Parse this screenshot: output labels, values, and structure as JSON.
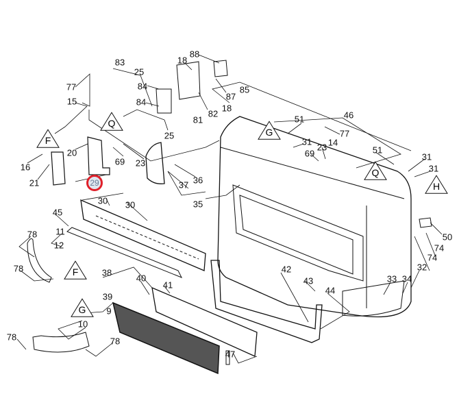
{
  "diagram_title": "",
  "highlighted_part": "29",
  "labels": [
    "77",
    "15",
    "83",
    "25",
    "84",
    "84",
    "88",
    "18",
    "87",
    "18",
    "85",
    "82",
    "81",
    "25",
    "23",
    "69",
    "20",
    "16",
    "21",
    "30",
    "30",
    "36",
    "37",
    "35",
    "46",
    "51",
    "77",
    "31",
    "14",
    "23",
    "69",
    "51",
    "31",
    "31",
    "45",
    "11",
    "12",
    "78",
    "78",
    "38",
    "40",
    "41",
    "39",
    "9",
    "10",
    "78",
    "78",
    "42",
    "43",
    "44",
    "33",
    "34",
    "32",
    "50",
    "74",
    "74",
    "47"
  ],
  "references": [
    "F",
    "Q",
    "G",
    "Q",
    "H",
    "F",
    "G"
  ],
  "colors": {
    "highlight_ring": "#e0202a",
    "highlight_fill": "#dfe6ef",
    "line": "#111111"
  }
}
